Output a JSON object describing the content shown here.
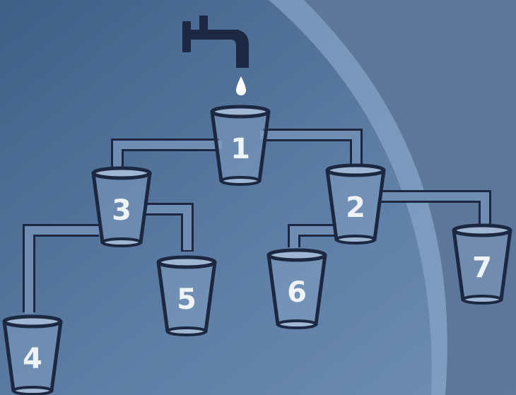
{
  "puzzle": {
    "colors": {
      "outline": "#1c2842",
      "background": "#5b7aa0",
      "highlight": "#8aa6c8",
      "drop": "#ffffff"
    },
    "tap_icon": "water-tap-icon",
    "drop_icon": "water-drop-icon",
    "cups": [
      {
        "label": "1"
      },
      {
        "label": "2"
      },
      {
        "label": "3"
      },
      {
        "label": "4"
      },
      {
        "label": "5"
      },
      {
        "label": "6"
      },
      {
        "label": "7"
      }
    ]
  }
}
